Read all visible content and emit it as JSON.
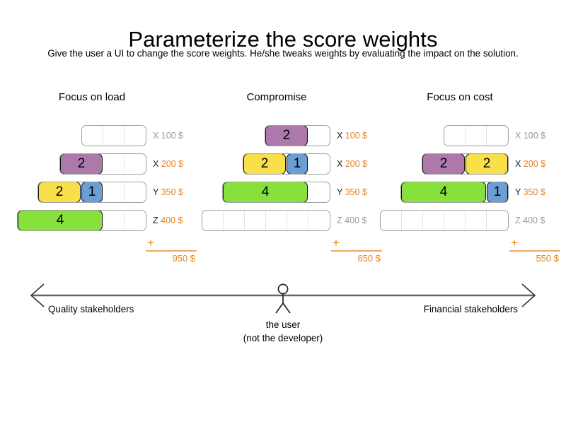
{
  "header": {
    "title": "Parameterize the score weights",
    "subtitle": "Give the user a UI to change the score weights. He/she tweaks weights by evaluating the impact on the solution."
  },
  "colors": {
    "purple": "#ad79ab",
    "yellow": "#f9e04a",
    "blue": "#6b9fd4",
    "green": "#88e03c",
    "orange": "#e8821e",
    "muted": "#9a9a9a",
    "rule": "#f0a868"
  },
  "columns": [
    {
      "heading": "Focus on load",
      "rows": [
        {
          "key": "X",
          "money": "100 $",
          "active": false,
          "blocks": [],
          "empty_cells": 3
        },
        {
          "key": "X",
          "money": "200 $",
          "active": true,
          "blocks": [
            {
              "value": "2",
              "units": 2,
              "color": "purple"
            }
          ],
          "empty_cells": 2
        },
        {
          "key": "Y",
          "money": "350 $",
          "active": true,
          "blocks": [
            {
              "value": "2",
              "units": 2,
              "color": "yellow"
            },
            {
              "value": "1",
              "units": 1,
              "color": "blue"
            }
          ],
          "empty_cells": 2
        },
        {
          "key": "Z",
          "money": "400 $",
          "active": true,
          "blocks": [
            {
              "value": "4",
              "units": 4,
              "color": "green"
            }
          ],
          "empty_cells": 2
        }
      ],
      "total_plus": "+",
      "total": "950 $"
    },
    {
      "heading": "Compromise",
      "rows": [
        {
          "key": "X",
          "money": "100 $",
          "active": true,
          "blocks": [
            {
              "value": "2",
              "units": 2,
              "color": "purple"
            }
          ],
          "empty_cells": 1
        },
        {
          "key": "X",
          "money": "200 $",
          "active": true,
          "blocks": [
            {
              "value": "2",
              "units": 2,
              "color": "yellow"
            },
            {
              "value": "1",
              "units": 1,
              "color": "blue"
            }
          ],
          "empty_cells": 1
        },
        {
          "key": "Y",
          "money": "350 $",
          "active": true,
          "blocks": [
            {
              "value": "4",
              "units": 4,
              "color": "green"
            }
          ],
          "empty_cells": 1
        },
        {
          "key": "Z",
          "money": "400 $",
          "active": false,
          "blocks": [],
          "empty_cells": 6
        }
      ],
      "total_plus": "+",
      "total": "650 $"
    },
    {
      "heading": "Focus on cost",
      "rows": [
        {
          "key": "X",
          "money": "100 $",
          "active": false,
          "blocks": [],
          "empty_cells": 3
        },
        {
          "key": "X",
          "money": "200 $",
          "active": true,
          "blocks": [
            {
              "value": "2",
              "units": 2,
              "color": "purple"
            },
            {
              "value": "2",
              "units": 2,
              "color": "yellow"
            }
          ],
          "empty_cells": 0
        },
        {
          "key": "Y",
          "money": "350 $",
          "active": true,
          "blocks": [
            {
              "value": "4",
              "units": 4,
              "color": "green"
            },
            {
              "value": "1",
              "units": 1,
              "color": "blue"
            }
          ],
          "empty_cells": 0
        },
        {
          "key": "Z",
          "money": "400 $",
          "active": false,
          "blocks": [],
          "empty_cells": 6
        }
      ],
      "total_plus": "+",
      "total": "550 $"
    }
  ],
  "spectrum": {
    "left_label": "Quality stakeholders",
    "right_label": "Financial stakeholders",
    "user_line_1": "the user",
    "user_line_2": "(not the developer)"
  }
}
